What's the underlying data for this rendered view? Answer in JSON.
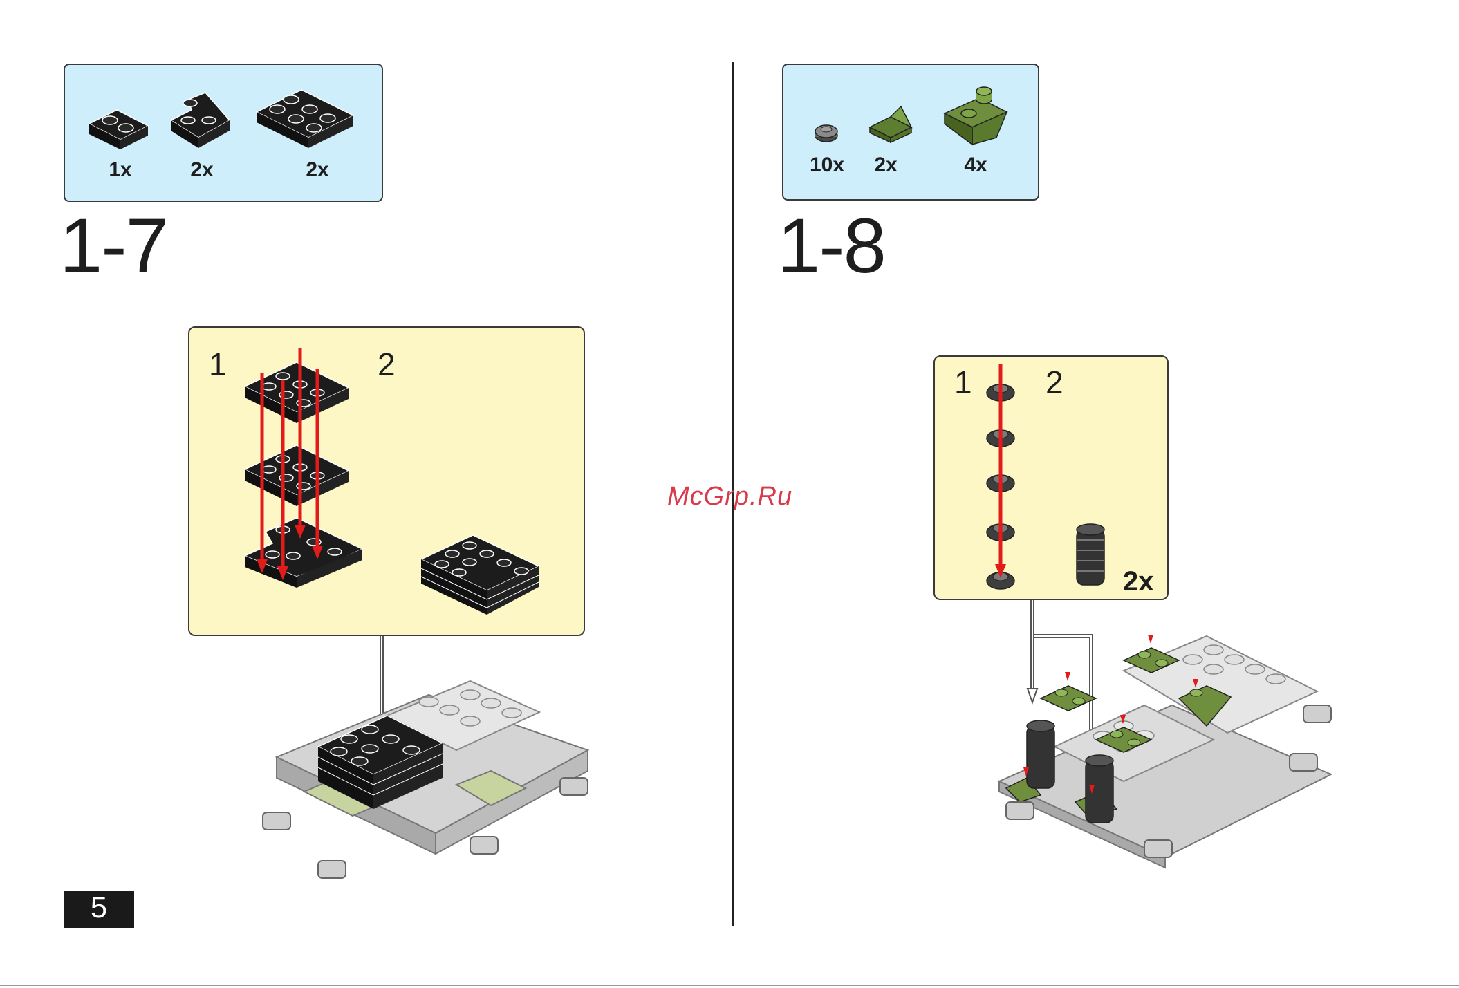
{
  "left_step": {
    "number": "1-7",
    "parts": [
      {
        "qty": "1x",
        "icon": "black-plate-1x2"
      },
      {
        "qty": "2x",
        "icon": "black-corner-plate"
      },
      {
        "qty": "2x",
        "icon": "black-plate-2x3"
      }
    ],
    "callout": {
      "sub1": "1",
      "sub2": "2"
    }
  },
  "right_step": {
    "number": "1-8",
    "parts": [
      {
        "qty": "10x",
        "icon": "dark-gray-round-plate"
      },
      {
        "qty": "2x",
        "icon": "green-slope-1x1"
      },
      {
        "qty": "4x",
        "icon": "green-slope-inverted-1x2"
      }
    ],
    "callout": {
      "sub1": "1",
      "sub2": "2",
      "multiplier": "2x"
    }
  },
  "page_number": "5",
  "watermark": "McGrp.Ru",
  "colors": {
    "parts_box_bg": "#cdeefa",
    "callout_bg": "#fcf7c4",
    "arrow_red": "#e21b1b",
    "brick_black": "#1c1c1c",
    "brick_green": "#6f8f3e",
    "model_gray": "#c8c8c8"
  }
}
